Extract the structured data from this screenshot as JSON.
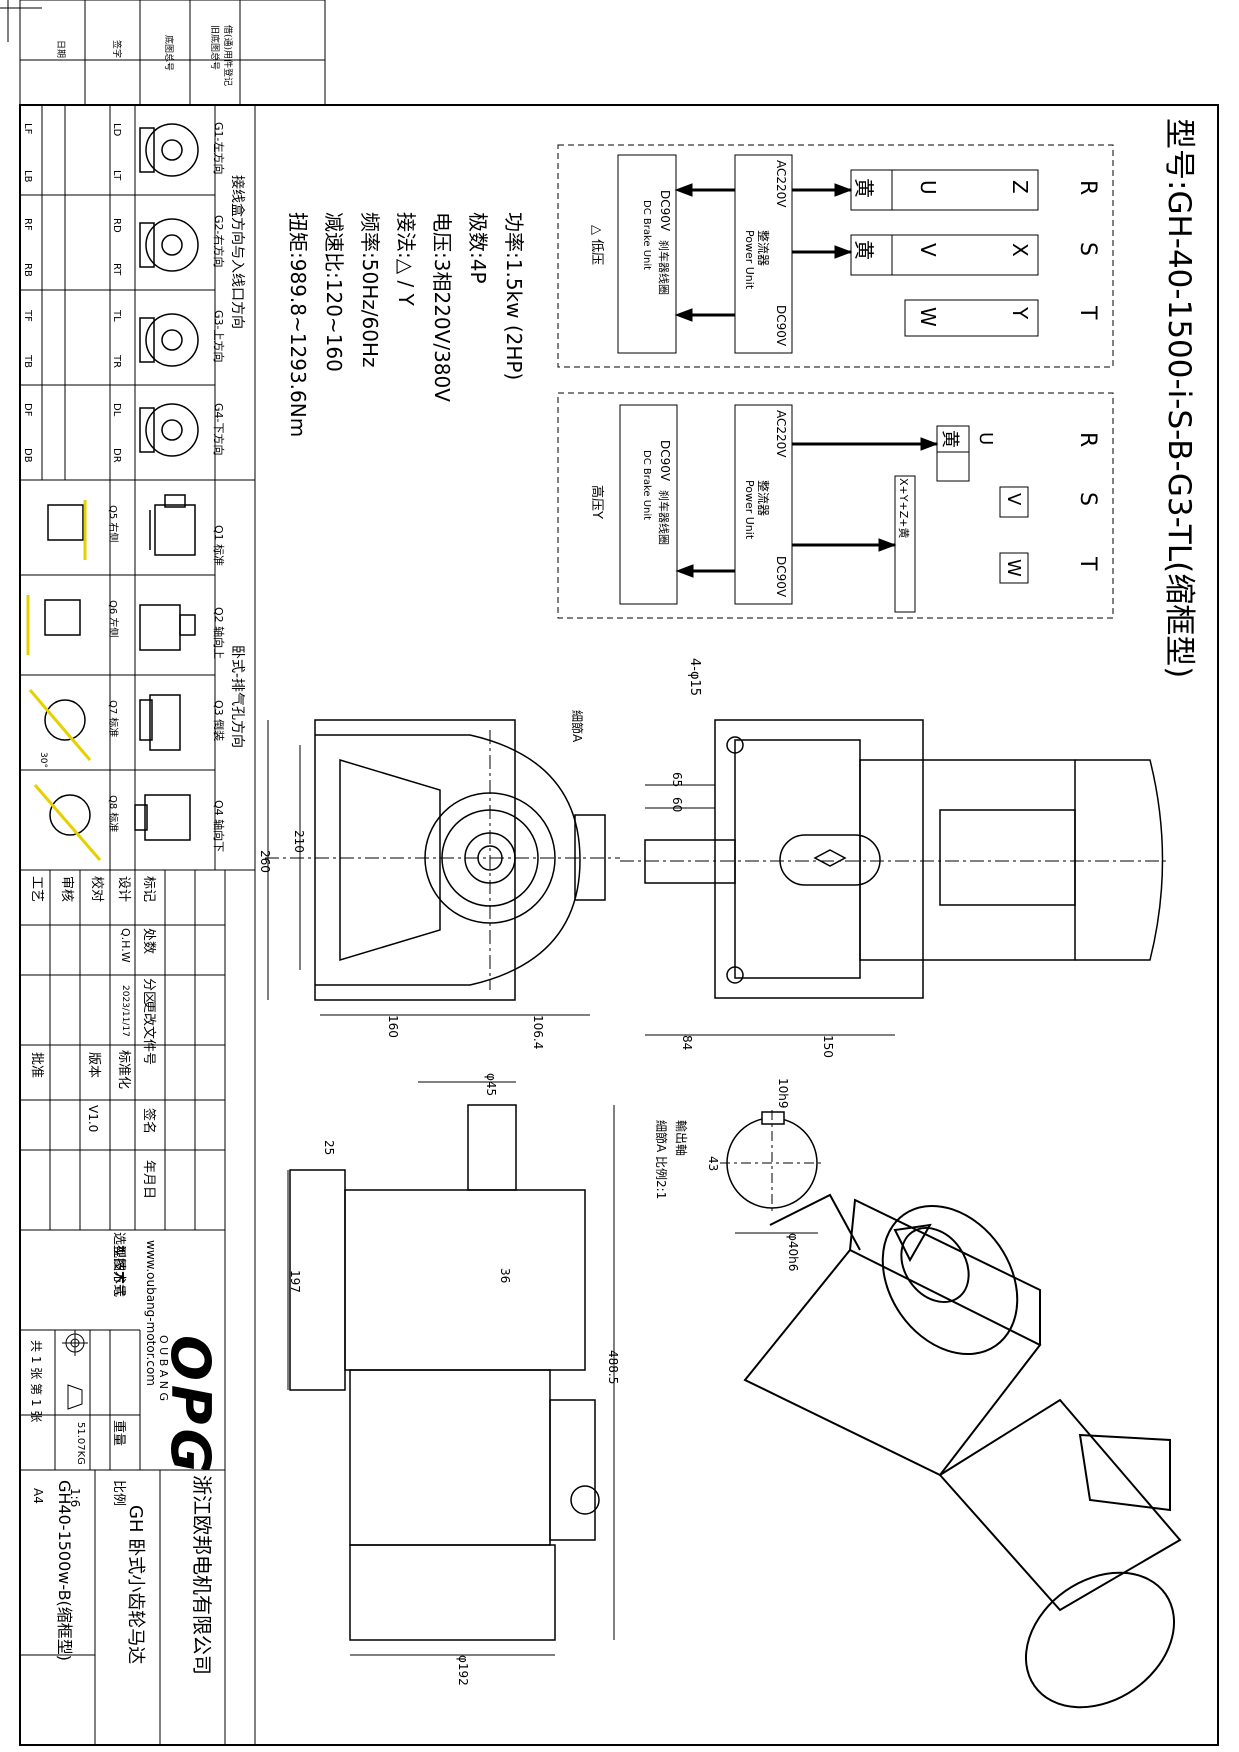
{
  "model": {
    "heading": "型号:GH-40-1500-i-S-B-G3-TL(缩框型)"
  },
  "specs": [
    {
      "label": "功率",
      "value": "1.5kw (2HP)"
    },
    {
      "label": "极数",
      "value": "4P"
    },
    {
      "label": "电压",
      "value": "3相220V/380V"
    },
    {
      "label": "接法",
      "value": "△ / Y"
    },
    {
      "label": "频率",
      "value": "50Hz/60Hz"
    },
    {
      "label": "减速比",
      "value": "120~160"
    },
    {
      "label": "扭矩",
      "value": "989.8~1293.6Nm"
    }
  ],
  "wiring": {
    "low_voltage": {
      "title": "△ 低压",
      "terminals_top": [
        "R",
        "S",
        "T"
      ],
      "row1": [
        "Z",
        "X",
        "Y"
      ],
      "row2": [
        "U",
        "V",
        "W"
      ],
      "yellow": "黄",
      "rectifier": {
        "ac": "AC220V",
        "name_cn": "整流器",
        "name_en": "Power Unit",
        "dc": "DC90V"
      },
      "brake": {
        "dc": "DC90V",
        "name_cn": "刹车器线圈",
        "name_en": "DC Brake Unit"
      }
    },
    "high_voltage": {
      "title": "高压Y",
      "terminals_top": [
        "R",
        "S",
        "T"
      ],
      "row": [
        "U",
        "V",
        "W"
      ],
      "yellow": "黄",
      "joint": "X+Y+Z+黄",
      "rectifier": {
        "ac": "AC220V",
        "name_cn": "整流器",
        "name_en": "Power Unit",
        "dc": "DC90V"
      },
      "brake": {
        "dc": "DC90V",
        "name_cn": "刹车器线圈",
        "name_en": "DC Brake Unit"
      }
    }
  },
  "dimensions": {
    "holes": "4-φ15",
    "detail_a": "細節A",
    "d65": "65",
    "d60": "60",
    "d84": "84",
    "d150": "150",
    "d260": "260",
    "d210": "210",
    "d160": "160",
    "d106": "106.4",
    "d45": "φ45",
    "d25": "25",
    "d197": "197",
    "d36": "36",
    "d488": "488.5",
    "d192": "φ192",
    "key": "10h9",
    "d43": "43",
    "d40": "φ40h6",
    "shaft_note_1": "輸出軸",
    "shaft_note_2": "細節A 比例2:1"
  },
  "orientation": {
    "section_title": "接线盒方向与入线口方向",
    "mount_title": "卧式-排气孔方向",
    "box_dirs": [
      "G1-左方向",
      "G2-右方向",
      "G3-上方向",
      "G4-下方向"
    ],
    "codes": [
      [
        "LD",
        "LT",
        "LF",
        "LB"
      ],
      [
        "RD",
        "RT",
        "RF",
        "RB"
      ],
      [
        "TL",
        "TR",
        "TF",
        "TB"
      ],
      [
        "DL",
        "DR",
        "DF",
        "DB"
      ]
    ],
    "mounts_top": [
      "Q1 标准",
      "Q2 轴向上",
      "Q3 倒装",
      "Q4 轴向下"
    ],
    "mounts_bottom": [
      "Q5 右侧",
      "Q6 左侧",
      "Q7 标准",
      "Q8 标准"
    ],
    "angle": "30°"
  },
  "left_strip": [
    "借(通)用件登记",
    "旧底图总号",
    "底图总号",
    "签字",
    "日期"
  ],
  "title_block": {
    "h1": "标记",
    "h2": "处数",
    "h3": "分区",
    "h4": "更改文件号",
    "h5": "签名",
    "h6": "年月日",
    "design": "设计",
    "designer": "Q.H.W",
    "date": "2023/11/17",
    "std": "标准化",
    "check": "校对",
    "review": "审核",
    "process": "工艺",
    "approve": "批准",
    "version_label": "版本",
    "version": "V1.0",
    "tech_no": "选型技术号",
    "logo": "OPG",
    "logo_sub": "O U B A N G",
    "website": "www.oubang-motor.com",
    "company": "浙江欧邦电机有限公司",
    "product": "GH 卧式小齿轮马达",
    "drawing_no": "GH40-1500w-B(缩框型)",
    "view_method": "视图方式",
    "weight_label": "重量",
    "weight": "51.07KG",
    "scale_label": "比例",
    "scale": "1:6",
    "sheets": "共 1 张  第 1 张",
    "paper": "A4"
  }
}
